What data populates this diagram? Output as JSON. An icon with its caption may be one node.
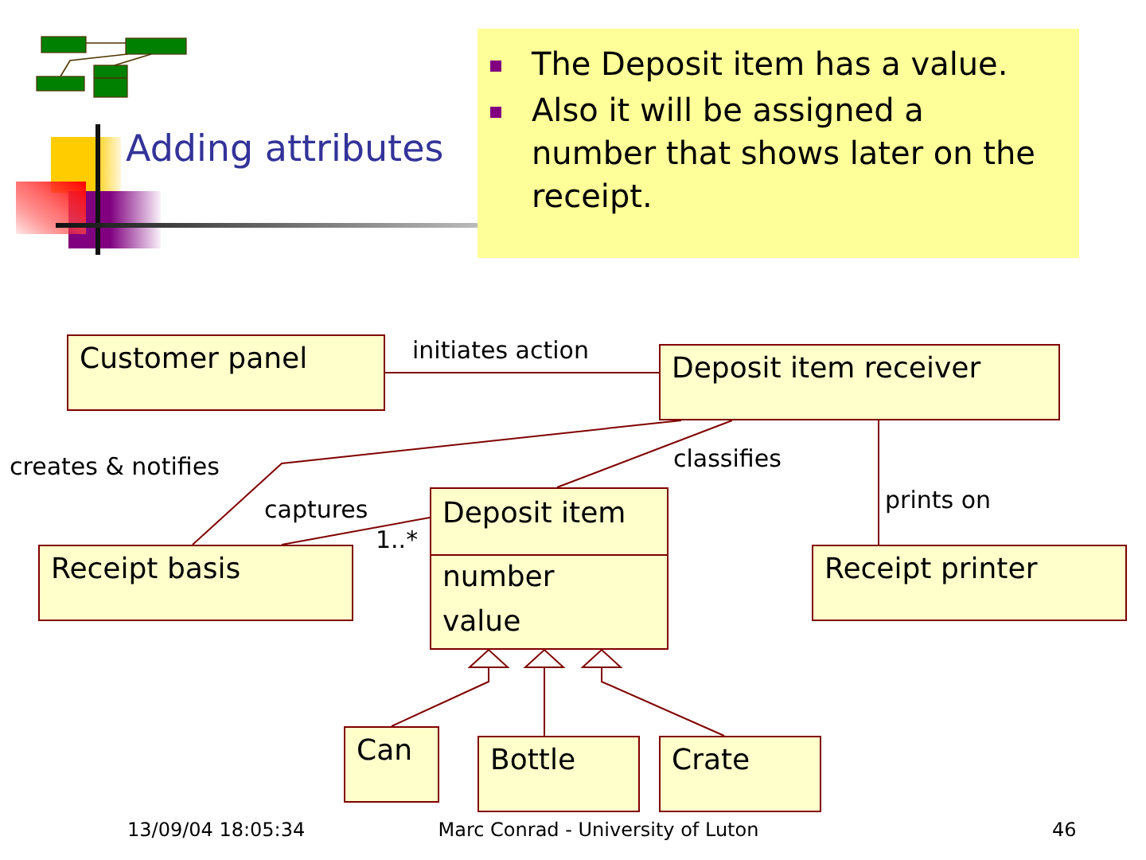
{
  "diagram": {
    "title": "Adding attributes",
    "nodes": [
      {
        "text": [
          "The Deposit item has a value.",
          "Also it will be assigned a number that shows later on the receipt."
        ]
      },
      {
        "text": [
          "Customer panel"
        ]
      },
      {
        "text": [
          "Deposit item receiver"
        ]
      },
      {
        "text": [
          "Receipt basis"
        ]
      },
      {
        "text": [
          "Deposit item",
          "number",
          "value"
        ]
      },
      {
        "text": [
          "Receipt printer"
        ]
      },
      {
        "text": [
          "Can"
        ]
      },
      {
        "text": [
          "Bottle"
        ]
      },
      {
        "text": [
          "Crate"
        ]
      }
    ],
    "edges": [
      {
        "from": 1,
        "to": 2,
        "arrow": "none",
        "label": "initiates action"
      },
      {
        "from": 2,
        "to": 3,
        "arrow": "none",
        "label": "creates & notifies"
      },
      {
        "from": 2,
        "to": 4,
        "arrow": "none",
        "label": "classifies"
      },
      {
        "from": 2,
        "to": 5,
        "arrow": "none",
        "label": "prints on"
      },
      {
        "from": 3,
        "to": 4,
        "arrow": "none",
        "label": "captures"
      },
      {
        "from": 6,
        "to": 4,
        "arrow": "to"
      },
      {
        "from": 7,
        "to": 4,
        "arrow": "to"
      },
      {
        "from": 8,
        "to": 4,
        "arrow": "to"
      }
    ],
    "labels": [
      "1..*",
      "13/09/04 18:05:34",
      "Marc Conrad - University of Luton",
      "46"
    ]
  }
}
